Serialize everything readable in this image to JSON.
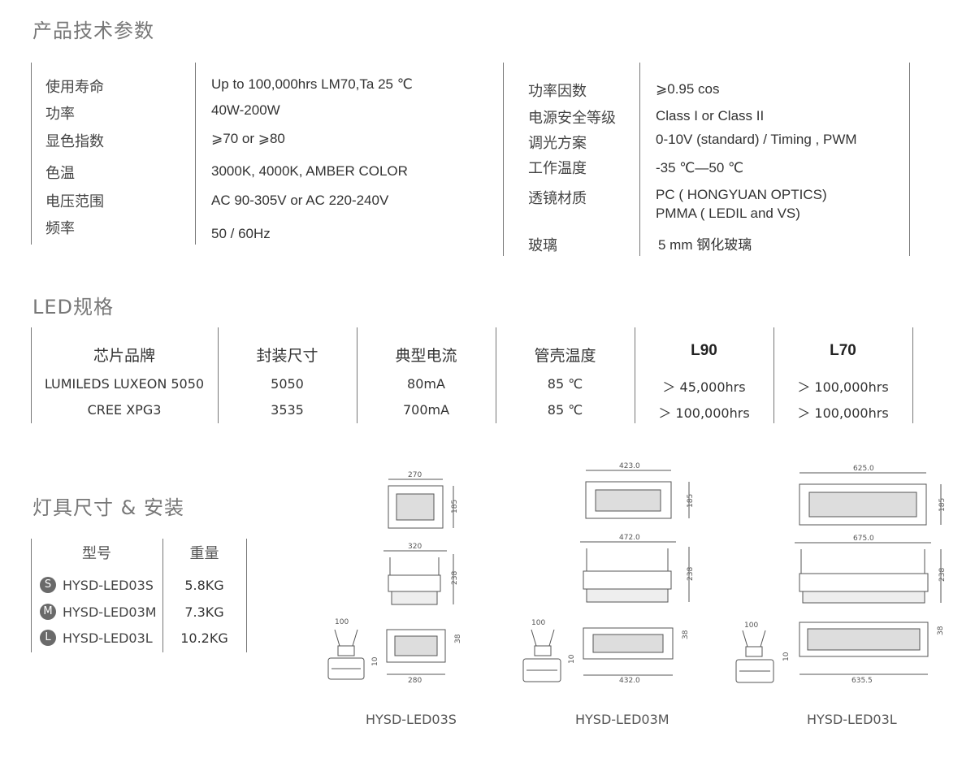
{
  "specs": {
    "title": "产品技术参数",
    "left": [
      {
        "label": "使用寿命",
        "value": "Up to 100,000hrs LM70,Ta 25 ℃"
      },
      {
        "label": "功率",
        "value": "40W-200W"
      },
      {
        "label": "显色指数",
        "value": "⩾70 or ⩾80"
      },
      {
        "label": "色温",
        "value": "3000K, 4000K, AMBER COLOR"
      },
      {
        "label": "电压范围",
        "value": "AC 90-305V or AC 220-240V"
      },
      {
        "label": "频率",
        "value": "50 / 60Hz"
      }
    ],
    "right": [
      {
        "label": "功率因数",
        "value": "⩾0.95 cos"
      },
      {
        "label": "电源安全等级",
        "value": "Class I or Class II"
      },
      {
        "label": "调光方案",
        "value": "0-10V (standard) / Timing , PWM"
      },
      {
        "label": "工作温度",
        "value": "-35 ℃—50 ℃"
      },
      {
        "label": "透镜材质",
        "value": "PC ( HONGYUAN OPTICS)",
        "value2": "PMMA ( LEDIL and VS)"
      },
      {
        "label": "玻璃",
        "value": "5  mm 钢化玻璃"
      }
    ]
  },
  "led": {
    "title": "LED规格",
    "headers": [
      "芯片品牌",
      "封装尺寸",
      "典型电流",
      "管壳温度",
      "L90",
      "L70"
    ],
    "rows": [
      [
        "LUMILEDS LUXEON 5050",
        "5050",
        "80mA",
        "85 ℃",
        "＞ 45,000hrs",
        "＞ 100,000hrs"
      ],
      [
        "CREE XPG3",
        "3535",
        "700mA",
        "85 ℃",
        "＞ 100,000hrs",
        "＞ 100,000hrs"
      ]
    ]
  },
  "fixture": {
    "title": "灯具尺寸 & 安装",
    "headers": [
      "型号",
      "重量"
    ],
    "models": [
      {
        "badge": "S",
        "name": "HYSD-LED03S",
        "weight": "5.8KG"
      },
      {
        "badge": "M",
        "name": "HYSD-LED03M",
        "weight": "7.3KG"
      },
      {
        "badge": "L",
        "name": "HYSD-LED03L",
        "weight": "10.2KG"
      }
    ]
  },
  "drawings": [
    {
      "caption": "HYSD-LED03S",
      "top_width": "270",
      "top_height": "185",
      "side_width": "320",
      "side_height": "238",
      "bottom_width": "280",
      "bottom_height": "38",
      "bracket_width": "100",
      "bracket_offset": "10"
    },
    {
      "caption": "HYSD-LED03M",
      "top_width": "423.0",
      "top_height": "185",
      "side_width": "472.0",
      "side_height": "238",
      "bottom_width": "432.0",
      "bottom_height": "38",
      "bracket_width": "100",
      "bracket_offset": "10"
    },
    {
      "caption": "HYSD-LED03L",
      "top_width": "625.0",
      "top_height": "185",
      "side_width": "675.0",
      "side_height": "238",
      "bottom_width": "635.5",
      "bottom_height": "38",
      "bracket_width": "100",
      "bracket_offset": "10"
    }
  ]
}
